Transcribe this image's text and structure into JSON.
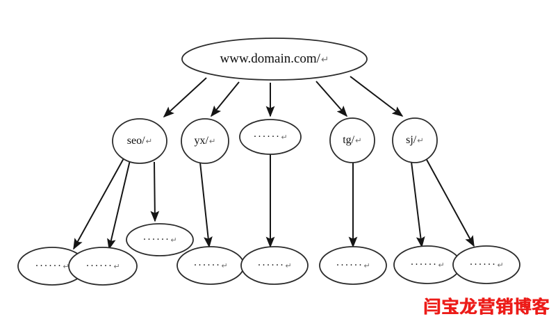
{
  "diagram": {
    "type": "site-url-hierarchy-tree",
    "background_color": "#ffffff",
    "stroke_color": "#1a1a1a",
    "paragraph_mark": "↵",
    "root": {
      "id": "root",
      "label": "www.domain.com/",
      "shape": "ellipse"
    },
    "level2": [
      {
        "id": "seo",
        "label": "seo/",
        "shape": "circle"
      },
      {
        "id": "yx",
        "label": "yx/",
        "shape": "circle"
      },
      {
        "id": "mid-dots",
        "label": "······",
        "shape": "ellipse"
      },
      {
        "id": "tg",
        "label": "tg/",
        "shape": "circle"
      },
      {
        "id": "sj",
        "label": "sj/",
        "shape": "circle"
      }
    ],
    "leaves": [
      {
        "id": "leaf-1",
        "label": "······",
        "parent": "seo"
      },
      {
        "id": "leaf-2",
        "label": "······",
        "parent": "seo"
      },
      {
        "id": "leaf-3",
        "label": "······",
        "parent": "seo"
      },
      {
        "id": "leaf-4",
        "label": "······",
        "parent": "yx"
      },
      {
        "id": "leaf-5",
        "label": "······",
        "parent": "mid-dots"
      },
      {
        "id": "leaf-6",
        "label": "······",
        "parent": "tg"
      },
      {
        "id": "leaf-7",
        "label": "······",
        "parent": "sj"
      },
      {
        "id": "leaf-8",
        "label": "······",
        "parent": "sj"
      }
    ],
    "edges": [
      {
        "from": "root",
        "to": "seo"
      },
      {
        "from": "root",
        "to": "yx"
      },
      {
        "from": "root",
        "to": "mid-dots"
      },
      {
        "from": "root",
        "to": "tg"
      },
      {
        "from": "root",
        "to": "sj"
      },
      {
        "from": "seo",
        "to": "leaf-1"
      },
      {
        "from": "seo",
        "to": "leaf-2"
      },
      {
        "from": "seo",
        "to": "leaf-3"
      },
      {
        "from": "yx",
        "to": "leaf-4"
      },
      {
        "from": "mid-dots",
        "to": "leaf-5"
      },
      {
        "from": "tg",
        "to": "leaf-6"
      },
      {
        "from": "sj",
        "to": "leaf-7"
      },
      {
        "from": "sj",
        "to": "leaf-8"
      }
    ]
  },
  "watermark": {
    "text": "闫宝龙营销博客",
    "color": "#ec1c19"
  }
}
